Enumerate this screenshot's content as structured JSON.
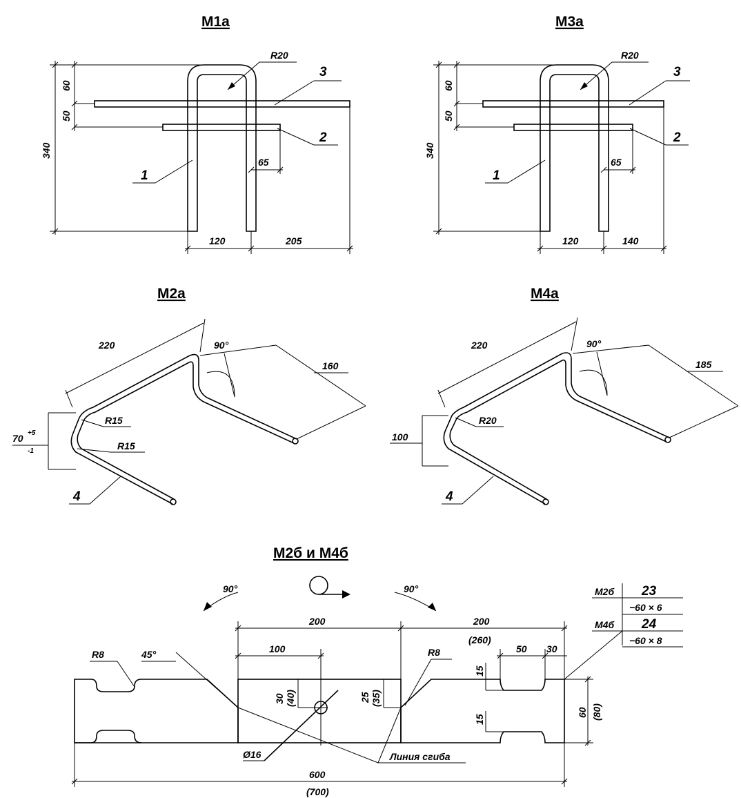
{
  "titles": {
    "m1a": "М1а",
    "m3a": "М3а",
    "m2a": "М2а",
    "m4a": "М4а",
    "m2b_m4b": "М2б и М4б"
  },
  "m1a": {
    "r20": "R20",
    "d60": "60",
    "d50": "50",
    "d340": "340",
    "d65": "65",
    "d120": "120",
    "d205": "205",
    "pos1": "1",
    "pos2": "2",
    "pos3": "3"
  },
  "m3a": {
    "r20": "R20",
    "d60": "60",
    "d50": "50",
    "d340": "340",
    "d65": "65",
    "d120": "120",
    "d140": "140",
    "pos1": "1",
    "pos2": "2",
    "pos3": "3"
  },
  "m2a": {
    "d220": "220",
    "angle": "90°",
    "d160": "160",
    "d70": "70",
    "tol": "+5",
    "tol2": "-1",
    "r15a": "R15",
    "r15b": "R15",
    "pos4": "4"
  },
  "m4a": {
    "d220": "220",
    "angle": "90°",
    "d185": "185",
    "d100": "100",
    "r20": "R20",
    "pos4": "4"
  },
  "plate": {
    "angle_left": "90°",
    "angle_right": "90°",
    "d200a": "200",
    "d200b": "200",
    "d260": "(260)",
    "d100": "100",
    "d50": "50",
    "d30": "30",
    "r8a": "R8",
    "r8b": "R8",
    "a45": "45°",
    "d30v": "30",
    "d40v": "(40)",
    "d25v": "25",
    "d35v": "(35)",
    "d15a": "15",
    "d15b": "15",
    "d60v": "60",
    "d80v": "(80)",
    "d16": "Ø16",
    "bend": "Линия сгиба",
    "d600": "600",
    "d700": "(700)",
    "m2b": "М2б",
    "n23": "23",
    "s23": "−60 × 6",
    "m4b": "М4б",
    "n24": "24",
    "s24": "−60 × 8"
  }
}
